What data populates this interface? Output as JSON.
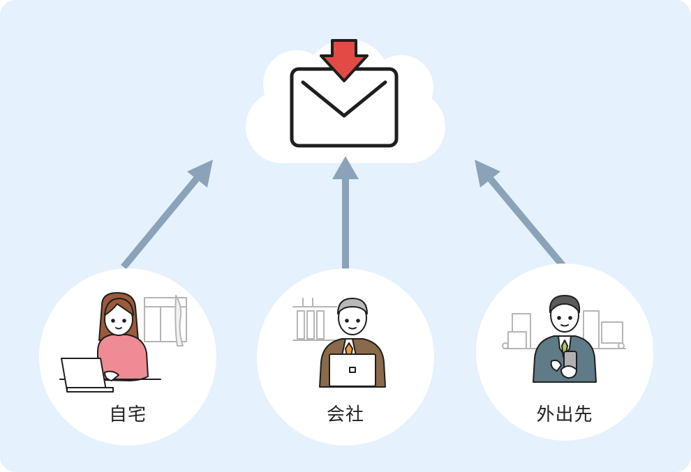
{
  "nodes": [
    {
      "id": "home",
      "label": "自宅"
    },
    {
      "id": "office",
      "label": "会社"
    },
    {
      "id": "outside",
      "label": "外出先"
    }
  ],
  "colors": {
    "background": "#e5f1fc",
    "cloud": "#ffffff",
    "arrow": "#8aa3b8",
    "download_arrow": "#e24a45",
    "outline": "#1e1e1e"
  },
  "icons": [
    "cloud-icon",
    "envelope-icon",
    "download-arrow-icon",
    "woman-laptop-icon",
    "businessman-laptop-icon",
    "businessman-phone-icon"
  ]
}
